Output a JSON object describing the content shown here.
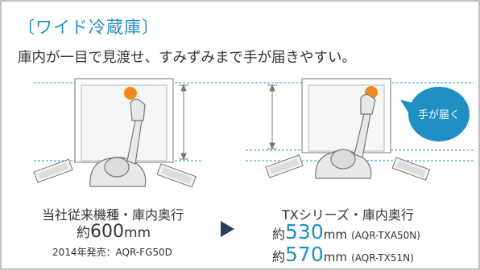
{
  "header": {
    "title": "〔ワイド冷蔵庫〕",
    "subtitle": "庫内が一目で見渡せ、すみずみまで手が届きやすい。"
  },
  "left_caption": {
    "line1": "当社従来機種・庫内奥行",
    "depth_prefix": "約",
    "depth_value": "600",
    "depth_unit": "mm",
    "footnote": "2014年発売：AQR-FG50D"
  },
  "right_caption": {
    "line1": "TXシリーズ・庫内奥行",
    "rows": [
      {
        "prefix": "約",
        "value": "530",
        "unit": "mm",
        "model": "(AQR-TXA50N)"
      },
      {
        "prefix": "約",
        "value": "570",
        "unit": "mm",
        "model": "(AQR-TX51N)"
      }
    ]
  },
  "bubble": {
    "text": "手が届く"
  },
  "colors": {
    "accent": "#1f8fc4",
    "text": "#333333",
    "fruit": "#f08a1e",
    "dashed": "#2a9bd1"
  }
}
